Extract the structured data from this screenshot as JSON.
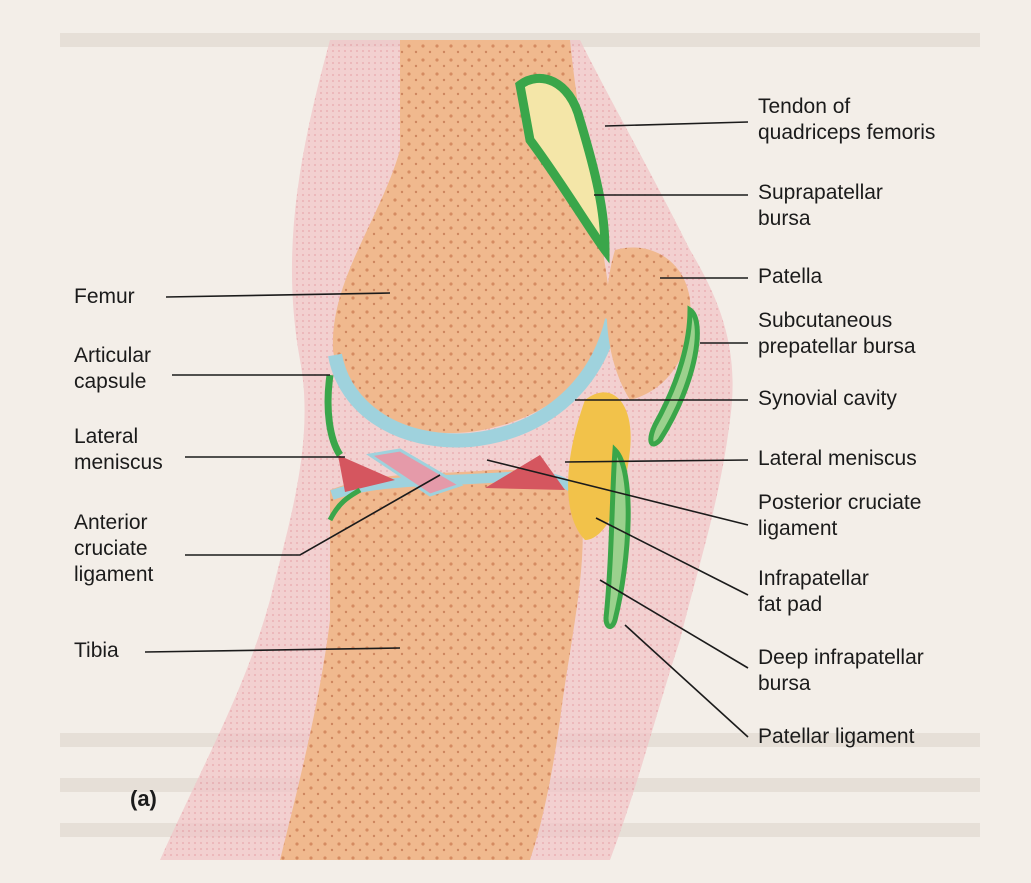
{
  "figure": {
    "tag": "(a)",
    "background_color": "#f3eee8",
    "bone_color": "#f0b98e",
    "cartilage_color": "#9fd2dd",
    "bursa_color": "#3aa64a",
    "fat_pad_color": "#f2c24a"
  },
  "labels": {
    "tendon_quadriceps": [
      "Tendon of",
      "quadriceps femoris"
    ],
    "suprapatellar_bursa": [
      "Suprapatellar",
      "bursa"
    ],
    "patella": [
      "Patella"
    ],
    "femur": [
      "Femur"
    ],
    "subcutaneous_prepatellar_bursa": [
      "Subcutaneous",
      "prepatellar bursa"
    ],
    "articular_capsule": [
      "Articular",
      "capsule"
    ],
    "synovial_cavity": [
      "Synovial cavity"
    ],
    "lateral_meniscus_left": [
      "Lateral",
      "meniscus"
    ],
    "lateral_meniscus_right": [
      "Lateral meniscus"
    ],
    "posterior_cruciate": [
      "Posterior cruciate",
      "ligament"
    ],
    "anterior_cruciate": [
      "Anterior",
      "cruciate",
      "ligament"
    ],
    "infrapatellar_fat_pad": [
      "Infrapatellar",
      "fat pad"
    ],
    "tibia": [
      "Tibia"
    ],
    "deep_infrapatellar_bursa": [
      "Deep infrapatellar",
      "bursa"
    ],
    "patellar_ligament": [
      "Patellar ligament"
    ]
  }
}
